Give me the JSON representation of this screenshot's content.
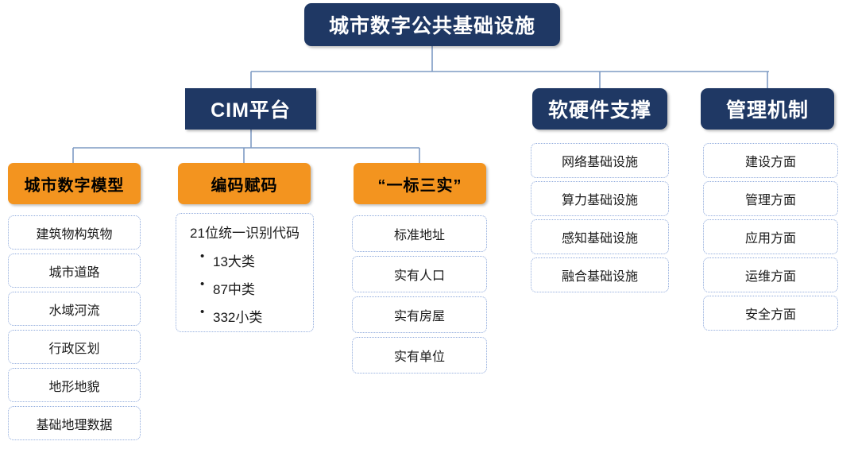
{
  "colors": {
    "navy": "#1F3864",
    "orange": "#F3941F",
    "leaf_border": "#8FAADC",
    "connector": "#7F9BC4",
    "background": "#FFFFFF",
    "navy_text": "#FFFFFF",
    "orange_text": "#000000"
  },
  "root": {
    "label": "城市数字公共基础设施"
  },
  "level2": [
    {
      "label": "CIM平台"
    },
    {
      "label": "软硬件支撑"
    },
    {
      "label": "管理机制"
    }
  ],
  "cim_children": [
    {
      "label": "城市数字模型"
    },
    {
      "label": "编码赋码"
    },
    {
      "label": "“一标三实”"
    }
  ],
  "columns": {
    "city_digital_model": {
      "header": "城市数字模型",
      "items": [
        "建筑物构筑物",
        "城市道路",
        "水域河流",
        "行政区划",
        "地形地貌",
        "基础地理数据"
      ]
    },
    "coding": {
      "header": "编码赋码",
      "block_title": "21位统一识别代码",
      "bullets": [
        "13大类",
        "87中类",
        "332小类"
      ]
    },
    "one_standard_three_real": {
      "header": "“一标三实”",
      "items": [
        "标准地址",
        "实有人口",
        "实有房屋",
        "实有单位"
      ]
    },
    "hardware_software": {
      "header": "软硬件支撑",
      "items": [
        "网络基础设施",
        "算力基础设施",
        "感知基础设施",
        "融合基础设施"
      ]
    },
    "management": {
      "header": "管理机制",
      "items": [
        "建设方面",
        "管理方面",
        "应用方面",
        "运维方面",
        "安全方面"
      ]
    }
  }
}
